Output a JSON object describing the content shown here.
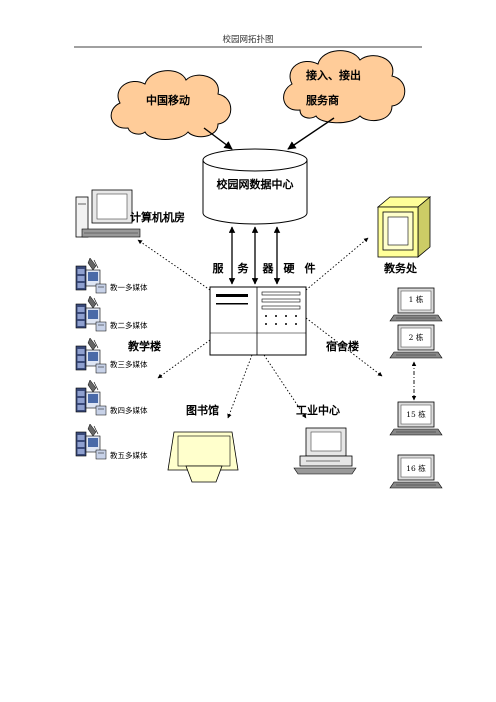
{
  "page": {
    "header": "校园网拓扑图"
  },
  "nodes": {
    "cloud_mobile": "中国移动",
    "cloud_isp_line1": "接入、接出",
    "cloud_isp_line2": "服务商",
    "data_center": "校园网数据中心",
    "server_hardware": [
      "服",
      "务",
      "器",
      "硬",
      "件"
    ],
    "computer_room": "计算机机房",
    "teaching_building": "教学楼",
    "classrooms": [
      "教一多媒体",
      "教二多媒体",
      "教三多媒体",
      "教四多媒体",
      "教五多媒体"
    ],
    "academic_office": "教务处",
    "dormitory": "宿舍楼",
    "dorm_units": [
      "1 栋",
      "2 栋",
      "15 栋",
      "16 栋"
    ],
    "library": "图书馆",
    "industrial_center": "工业中心"
  },
  "colors": {
    "cloud_fill": "#ffcc99",
    "line": "#000000"
  }
}
